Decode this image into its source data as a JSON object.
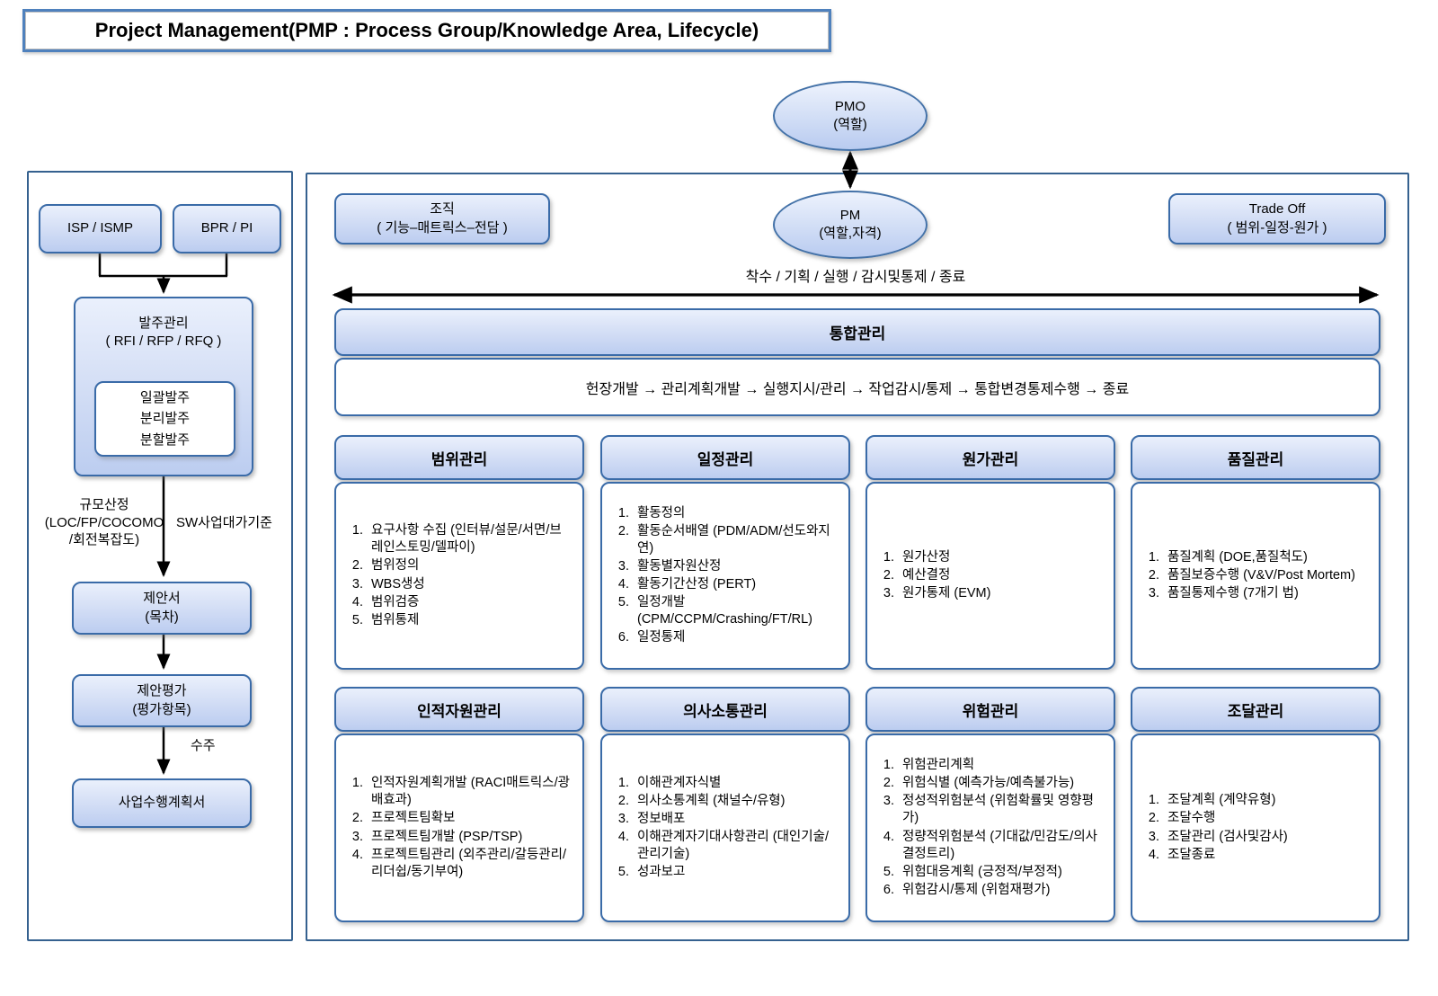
{
  "title": "Project Management(PMP : Process Group/Knowledge Area, Lifecycle)",
  "colors": {
    "box_border": "#3a6ba8",
    "panel_border": "#35618f",
    "title_border": "#4f81bd",
    "box_fill_top": "#eaf0fc",
    "box_fill_bottom": "#bccdf0",
    "arrow": "#000000"
  },
  "left": {
    "isp_label": "ISP / ISMP",
    "bpr_label": "BPR / PI",
    "order": {
      "title": "발주관리",
      "subtitle": "( RFI / RFP / RFQ )",
      "types": [
        "일괄발주",
        "분리발주",
        "분할발주"
      ]
    },
    "size_estimation": {
      "line1": "규모산정",
      "line2": "(LOC/FP/COCOMO",
      "line3": "/회전복잡도)"
    },
    "sw_standard": "SW사업대가기준",
    "proposal": {
      "line1": "제안서",
      "line2": "(목차)"
    },
    "evaluation": {
      "line1": "제안평가",
      "line2": "(평가항목)"
    },
    "award_label": "수주",
    "plan_label": "사업수행계획서"
  },
  "right": {
    "pmo": {
      "line1": "PMO",
      "line2": "(역할)"
    },
    "pm": {
      "line1": "PM",
      "line2": "(역할,자격)"
    },
    "org": {
      "line1": "조직",
      "line2": "( 기능–매트릭스–전담 )"
    },
    "tradeoff": {
      "line1": "Trade Off",
      "line2": "( 범위-일정-원가 )"
    },
    "lifecycle_label": "착수 / 기획 / 실행 / 감시및통제 / 종료",
    "integration": {
      "title": "통합관리",
      "flow": "헌장개발 → 관리계획개발 → 실행지시/관리 → 작업감시/통제 → 통합변경통제수행 → 종료"
    },
    "areas": [
      {
        "title": "범위관리",
        "items": [
          "요구사항 수집 (인터뷰/설문/서면/브레인스토밍/델파이)",
          "범위정의",
          "WBS생성",
          "범위검증",
          "범위통제"
        ]
      },
      {
        "title": "일정관리",
        "items": [
          "활동정의",
          "활동순서배열 (PDM/ADM/선도와지연)",
          "활동별자원산정",
          "활동기간산정 (PERT)",
          "일정개발 (CPM/CCPM/Crashing/FT/RL)",
          "일정통제"
        ]
      },
      {
        "title": "원가관리",
        "items": [
          "원가산정",
          "예산결정",
          "원가통제 (EVM)"
        ]
      },
      {
        "title": "품질관리",
        "items": [
          "품질계획 (DOE,품질척도)",
          "품질보증수행 (V&V/Post Mortem)",
          "품질통제수행 (7개기 법)"
        ]
      },
      {
        "title": "인적자원관리",
        "items": [
          "인적자원계획개발 (RACI매트릭스/광배효과)",
          "프로젝트팀확보",
          "프로젝트팀개발 (PSP/TSP)",
          "프로젝트팀관리 (외주관리/갈등관리/리더쉽/동기부여)"
        ]
      },
      {
        "title": "의사소통관리",
        "items": [
          "이해관계자식별",
          "의사소통계획 (채널수/유형)",
          "정보배포",
          "이해관계자기대사항관리 (대인기술/관리기술)",
          "성과보고"
        ]
      },
      {
        "title": "위험관리",
        "items": [
          "위험관리계획",
          "위험식별 (예측가능/예측불가능)",
          "정성적위험분석 (위험확률및 영향평가)",
          "정량적위험분석 (기대값/민감도/의사결정트리)",
          "위험대응계획 (긍정적/부정적)",
          "위험감시/통제 (위험재평가)"
        ]
      },
      {
        "title": "조달관리",
        "items": [
          "조달계획 (계약유형)",
          "조달수행",
          "조달관리 (검사및감사)",
          "조달종료"
        ]
      }
    ]
  }
}
